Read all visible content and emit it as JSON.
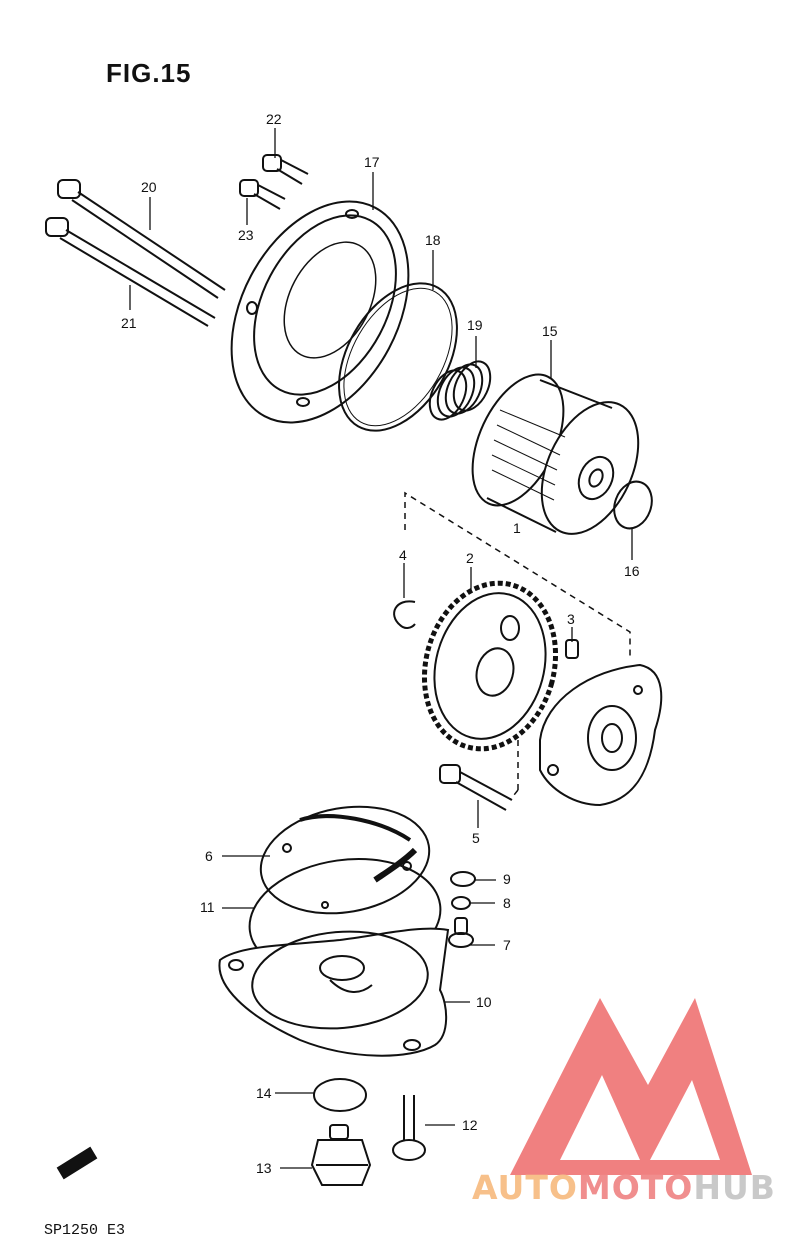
{
  "figure": {
    "title": "FIG.15",
    "code": "SP1250  E3"
  },
  "callouts": [
    "1",
    "2",
    "3",
    "4",
    "5",
    "6",
    "7",
    "8",
    "9",
    "10",
    "11",
    "12",
    "13",
    "14",
    "15",
    "16",
    "17",
    "18",
    "19",
    "20",
    "21",
    "22",
    "23"
  ],
  "watermark": {
    "part1": "AUTO",
    "part2": "MOTO",
    "part3": "HUB"
  },
  "colors": {
    "line": "#111111",
    "logo_red": "#f08080",
    "logo_orange": "#f7c08a",
    "logo_grey": "#c9c9c9"
  }
}
